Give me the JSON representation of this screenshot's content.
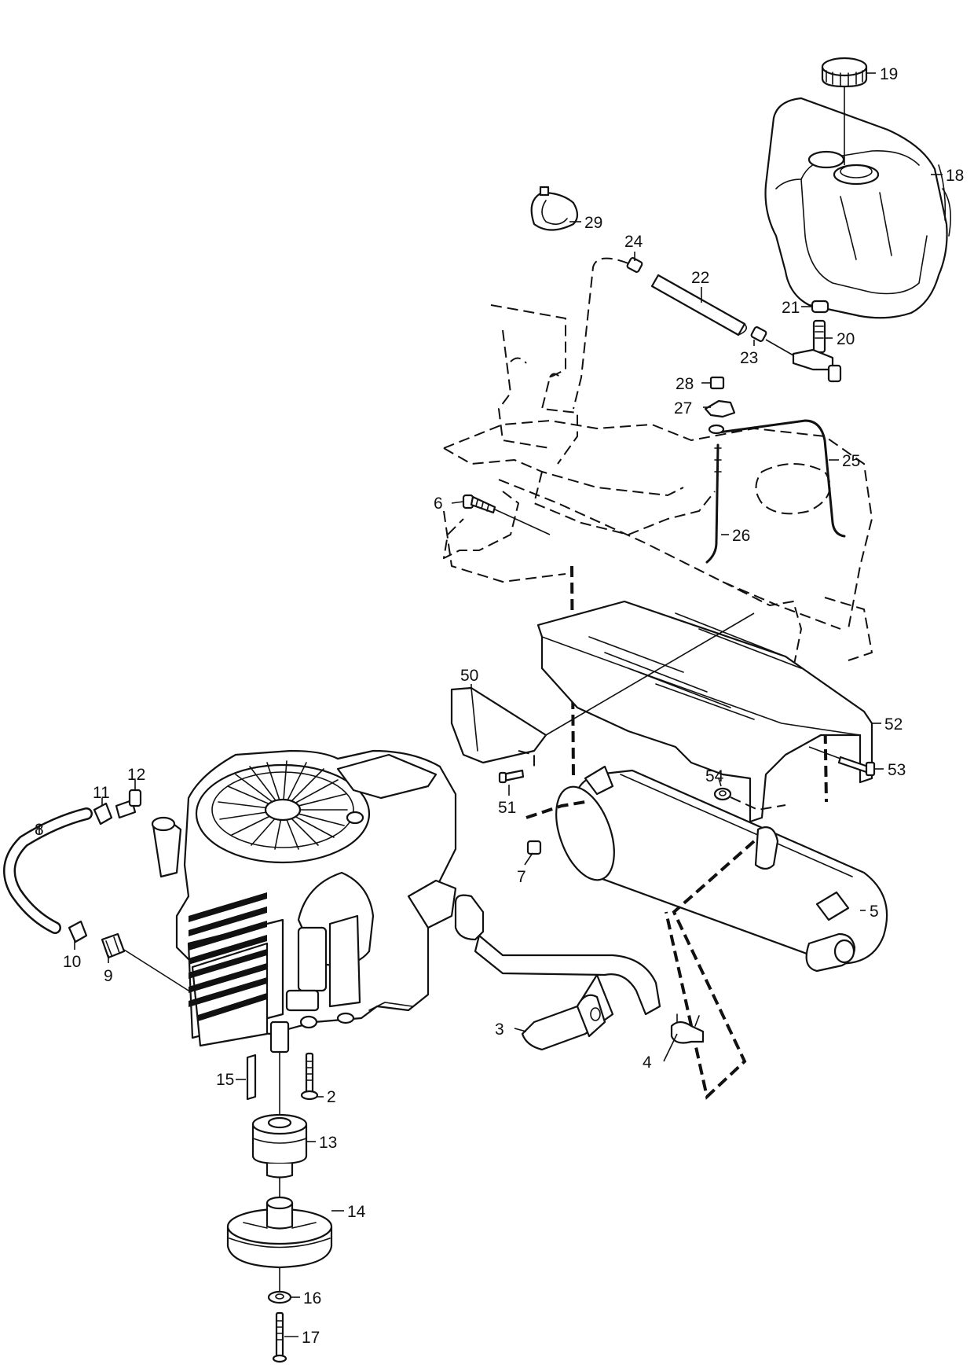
{
  "callouts": [
    {
      "id": "c2",
      "label": "2"
    },
    {
      "id": "c3",
      "label": "3"
    },
    {
      "id": "c4",
      "label": "4"
    },
    {
      "id": "c5",
      "label": "5"
    },
    {
      "id": "c6",
      "label": "6"
    },
    {
      "id": "c7",
      "label": "7"
    },
    {
      "id": "c8",
      "label": "8"
    },
    {
      "id": "c9",
      "label": "9"
    },
    {
      "id": "c10",
      "label": "10"
    },
    {
      "id": "c11",
      "label": "11"
    },
    {
      "id": "c12",
      "label": "12"
    },
    {
      "id": "c13",
      "label": "13"
    },
    {
      "id": "c14",
      "label": "14"
    },
    {
      "id": "c15",
      "label": "15"
    },
    {
      "id": "c16",
      "label": "16"
    },
    {
      "id": "c17",
      "label": "17"
    },
    {
      "id": "c18",
      "label": "18"
    },
    {
      "id": "c19",
      "label": "19"
    },
    {
      "id": "c20",
      "label": "20"
    },
    {
      "id": "c21",
      "label": "21"
    },
    {
      "id": "c22",
      "label": "22"
    },
    {
      "id": "c23",
      "label": "23"
    },
    {
      "id": "c24",
      "label": "24"
    },
    {
      "id": "c25",
      "label": "25"
    },
    {
      "id": "c26",
      "label": "26"
    },
    {
      "id": "c27",
      "label": "27"
    },
    {
      "id": "c28",
      "label": "28"
    },
    {
      "id": "c29",
      "label": "29"
    },
    {
      "id": "c50",
      "label": "50"
    },
    {
      "id": "c51",
      "label": "51"
    },
    {
      "id": "c52",
      "label": "52"
    },
    {
      "id": "c53",
      "label": "53"
    },
    {
      "id": "c54",
      "label": "54"
    }
  ]
}
